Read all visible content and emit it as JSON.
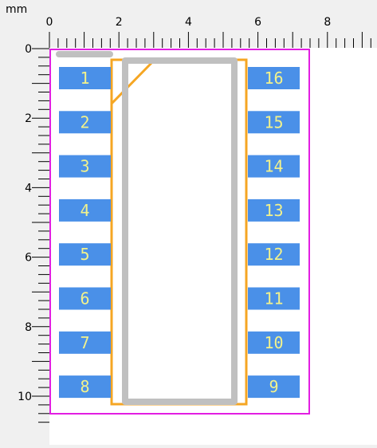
{
  "ruler": {
    "unit": "mm",
    "x_ticks": [
      "0",
      "2",
      "4",
      "6",
      "8"
    ],
    "y_ticks": [
      "0",
      "2",
      "4",
      "6",
      "8",
      "10"
    ]
  },
  "footprint": {
    "pads_left": [
      "1",
      "2",
      "3",
      "4",
      "5",
      "6",
      "7",
      "8"
    ],
    "pads_right": [
      "16",
      "15",
      "14",
      "13",
      "12",
      "11",
      "10",
      "9"
    ]
  },
  "colors": {
    "ruler_bg": "#f0f0f0",
    "canvas_bg": "#ffffff",
    "pad": "#4a90e8",
    "pad_text": "#f2f28c",
    "courtyard": "#e21ee2",
    "fab_outline": "#f5a623",
    "silkscreen": "#c0c0c0",
    "ruler_text": "#000000"
  }
}
